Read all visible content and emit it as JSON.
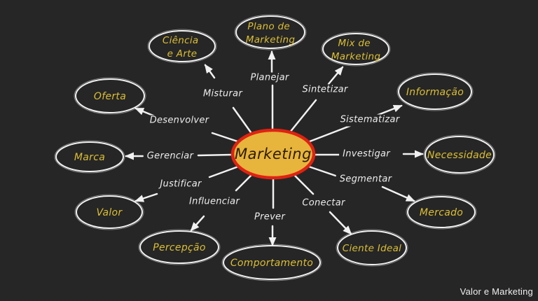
{
  "caption": "Valor e Marketing",
  "center": {
    "label": "Marketing"
  },
  "nodes": [
    {
      "name": "ciencia-e-arte",
      "lines": [
        "Ciência",
        "e Arte"
      ]
    },
    {
      "name": "plano-de-marketing",
      "lines": [
        "Plano de",
        "Marketing"
      ]
    },
    {
      "name": "mix-de-marketing",
      "lines": [
        "Mix de",
        "Marketing"
      ]
    },
    {
      "name": "informacao",
      "lines": [
        "Informação"
      ]
    },
    {
      "name": "necessidade",
      "lines": [
        "Necessidade"
      ]
    },
    {
      "name": "mercado",
      "lines": [
        "Mercado"
      ]
    },
    {
      "name": "ciente-ideal",
      "lines": [
        "Ciente Ideal"
      ]
    },
    {
      "name": "comportamento",
      "lines": [
        "Comportamento"
      ]
    },
    {
      "name": "percepcao",
      "lines": [
        "Percepção"
      ]
    },
    {
      "name": "valor",
      "lines": [
        "Valor"
      ]
    },
    {
      "name": "marca",
      "lines": [
        "Marca"
      ]
    },
    {
      "name": "oferta",
      "lines": [
        "Oferta"
      ]
    }
  ],
  "edges": [
    {
      "label": "Misturar",
      "to": "ciencia-e-arte"
    },
    {
      "label": "Planejar",
      "to": "plano-de-marketing"
    },
    {
      "label": "Sintetizar",
      "to": "mix-de-marketing"
    },
    {
      "label": "Sistematizar",
      "to": "informacao"
    },
    {
      "label": "Investigar",
      "to": "necessidade"
    },
    {
      "label": "Segmentar",
      "to": "mercado"
    },
    {
      "label": "Conectar",
      "to": "ciente-ideal"
    },
    {
      "label": "Prever",
      "to": "comportamento"
    },
    {
      "label": "Influenciar",
      "to": "percepcao"
    },
    {
      "label": "Justificar",
      "to": "valor"
    },
    {
      "label": "Gerenciar",
      "to": "marca"
    },
    {
      "label": "Desenvolver",
      "to": "oferta"
    }
  ],
  "colors": {
    "background": "#262626",
    "node_stroke": "#f1f1f1",
    "node_text": "#dcbf35",
    "edge_line": "#f1f1f1",
    "edge_label_text": "#ededed",
    "center_fill": "#e7b43c",
    "center_stroke": "#df2212",
    "center_text": "#2c1d04",
    "caption_text": "#efefef"
  }
}
